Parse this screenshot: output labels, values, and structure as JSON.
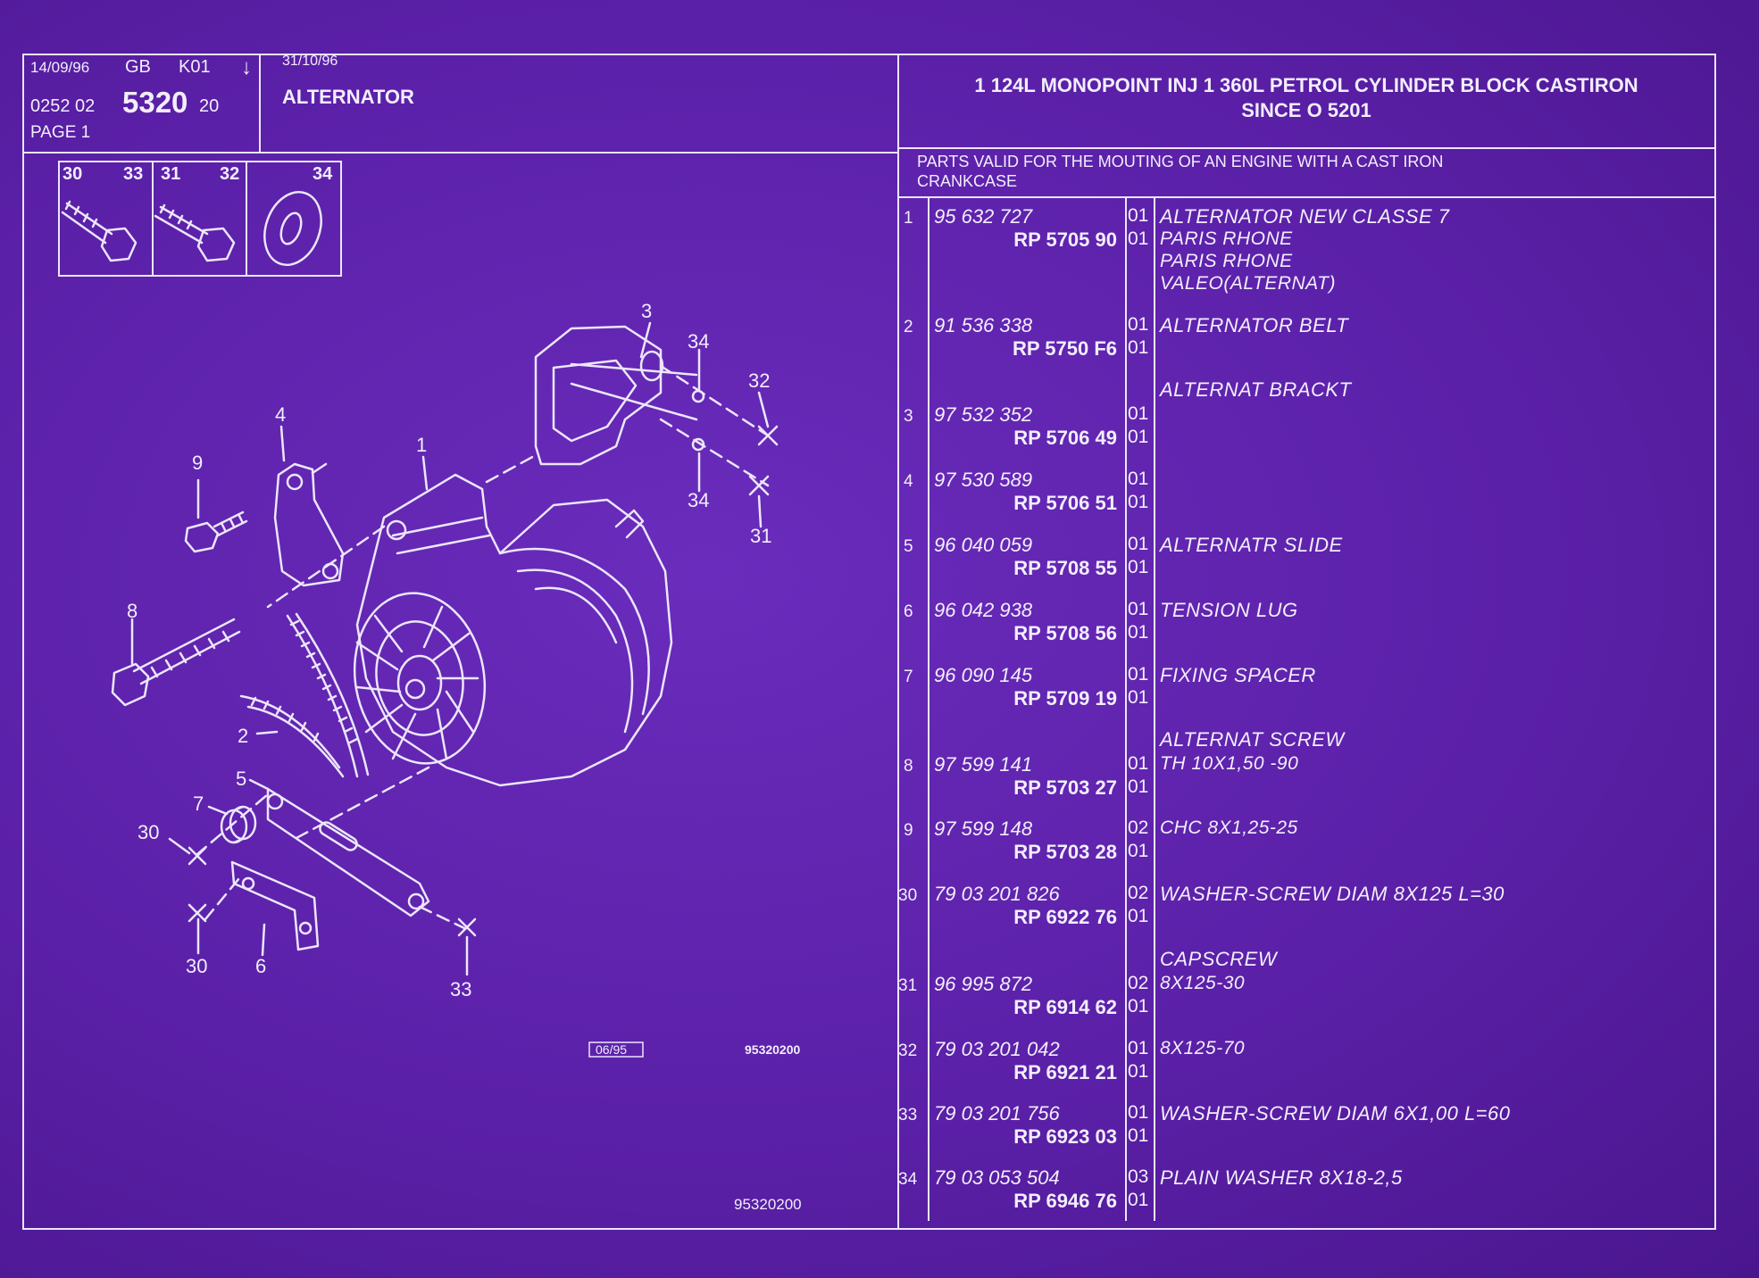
{
  "header": {
    "date1": "14/09/96",
    "lang": "GB",
    "code": "K01",
    "arrow": "↓",
    "date2": "31/10/96",
    "ref_prefix": "0252 02",
    "ref_main": "5320",
    "ref_suffix": "20",
    "page": "PAGE 1",
    "section": "ALTERNATOR",
    "engine_line1": "1 124L MONOPOINT INJ 1 360L PETROL CYLINDER BLOCK CASTIRON",
    "engine_line2": "SINCE O   5201",
    "note_line1": "PARTS VALID FOR THE MOUTING OF AN ENGINE WITH A CAST IRON",
    "note_line2": "CRANKCASE"
  },
  "inset": {
    "labels": [
      "30",
      "33",
      "31",
      "32",
      "34"
    ]
  },
  "diagram": {
    "callouts": [
      "3",
      "34",
      "32",
      "4",
      "1",
      "9",
      "34",
      "31",
      "8",
      "2",
      "5",
      "7",
      "30",
      "30",
      "6",
      "33"
    ],
    "stamp": "06/95",
    "fig_code_1": "95320200",
    "fig_code_2": "95320200"
  },
  "parts": [
    {
      "idx": "1",
      "ref": "95 632 727",
      "rp": "RP  5705 90",
      "q1": "01",
      "q2": "01",
      "desc": [
        "ALTERNATOR NEW CLASSE 7",
        "PARIS RHONE",
        "PARIS RHONE",
        "VALEO(ALTERNAT)"
      ]
    },
    {
      "idx": "2",
      "ref": "91 536 338",
      "rp": "RP  5750 F6",
      "q1": "01",
      "q2": "01",
      "desc": [
        "ALTERNATOR BELT"
      ]
    },
    {
      "idx": "3",
      "ref": "97 532 352",
      "rp": "RP  5706 49",
      "q1": "01",
      "q2": "01",
      "desc": [
        "ALTERNAT BRACKT"
      ]
    },
    {
      "idx": "4",
      "ref": "97 530 589",
      "rp": "RP  5706 51",
      "q1": "01",
      "q2": "01",
      "desc": []
    },
    {
      "idx": "5",
      "ref": "96 040 059",
      "rp": "RP  5708 55",
      "q1": "01",
      "q2": "01",
      "desc": [
        "ALTERNATR SLIDE"
      ]
    },
    {
      "idx": "6",
      "ref": "96 042 938",
      "rp": "RP  5708 56",
      "q1": "01",
      "q2": "01",
      "desc": [
        "TENSION LUG"
      ]
    },
    {
      "idx": "7",
      "ref": "96 090 145",
      "rp": "RP  5709 19",
      "q1": "01",
      "q2": "01",
      "desc": [
        "FIXING SPACER"
      ]
    },
    {
      "idx": "8",
      "ref": "97 599 141",
      "rp": "RP  5703 27",
      "q1": "01",
      "q2": "01",
      "desc": [
        "ALTERNAT SCREW",
        "TH 10X1,50 -90"
      ]
    },
    {
      "idx": "9",
      "ref": "97 599 148",
      "rp": "RP  5703 28",
      "q1": "02",
      "q2": "01",
      "desc": [
        "CHC 8X1,25-25"
      ]
    },
    {
      "idx": "30",
      "ref": "79 03 201 826",
      "rp": "RP  6922 76",
      "q1": "02",
      "q2": "01",
      "desc": [
        "WASHER-SCREW DIAM 8X125 L=30"
      ]
    },
    {
      "idx": "31",
      "ref": "96 995 872",
      "rp": "RP  6914 62",
      "q1": "02",
      "q2": "01",
      "desc": [
        "CAPSCREW",
        "8X125-30"
      ]
    },
    {
      "idx": "32",
      "ref": "79 03 201 042",
      "rp": "RP  6921 21",
      "q1": "01",
      "q2": "01",
      "desc": [
        "8X125-70"
      ]
    },
    {
      "idx": "33",
      "ref": "79 03 201 756",
      "rp": "RP  6923 03",
      "q1": "01",
      "q2": "01",
      "desc": [
        "WASHER-SCREW DIAM 6X1,00 L=60"
      ]
    },
    {
      "idx": "34",
      "ref": "79 03 053 504",
      "rp": "RP  6946 76",
      "q1": "03",
      "q2": "01",
      "desc": [
        "PLAIN WASHER 8X18-2,5"
      ]
    }
  ],
  "colors": {
    "background": "#5a1fa6",
    "line": "#ece6fa"
  }
}
